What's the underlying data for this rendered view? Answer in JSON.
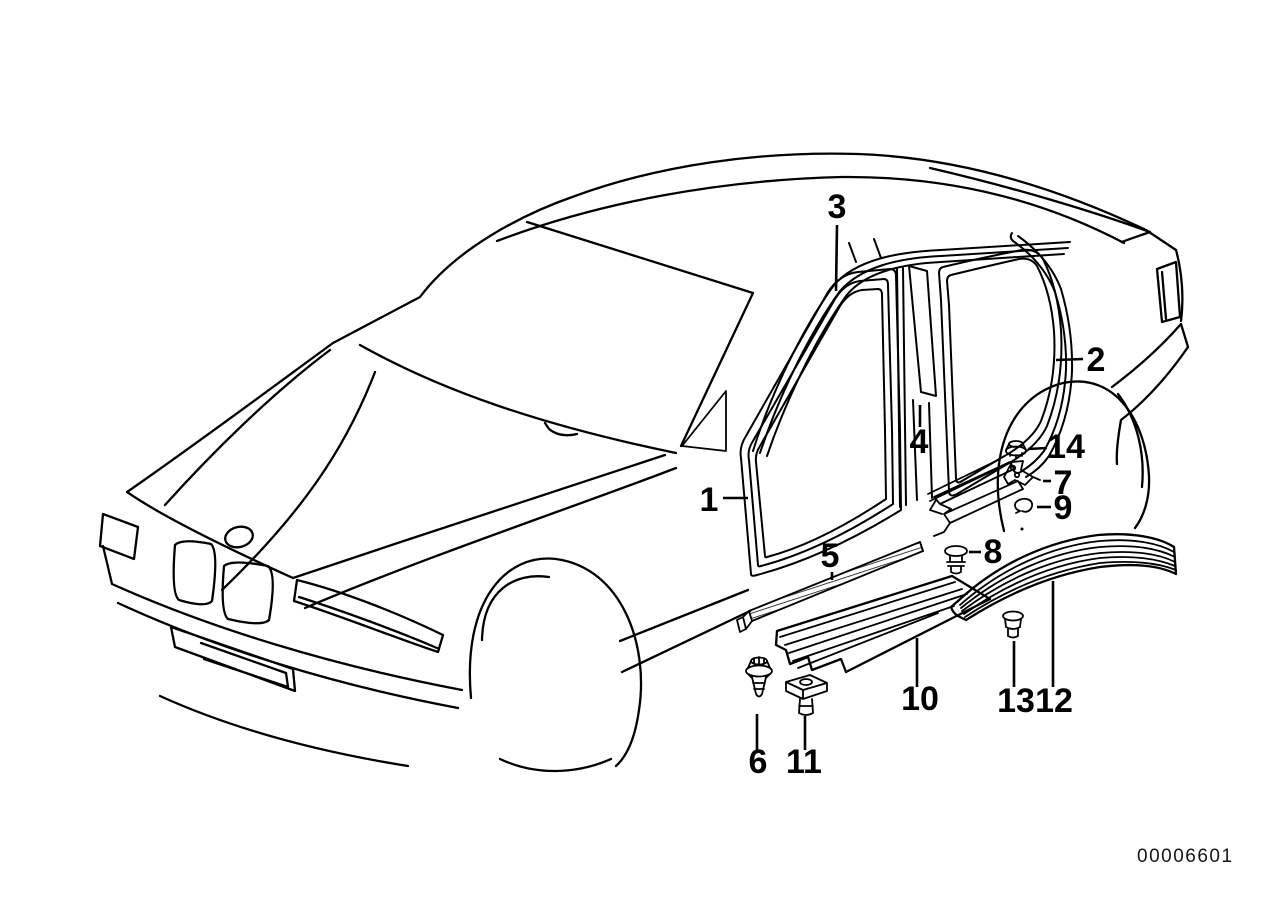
{
  "diagram": {
    "type": "vehicle-parts-line-drawing",
    "drawing_number": "00006601",
    "colors": {
      "background": "#ffffff",
      "line": "#000000"
    },
    "callouts": [
      {
        "id": "1",
        "label": "1"
      },
      {
        "id": "2",
        "label": "2"
      },
      {
        "id": "3",
        "label": "3"
      },
      {
        "id": "4",
        "label": "4"
      },
      {
        "id": "5",
        "label": "5"
      },
      {
        "id": "6",
        "label": "6"
      },
      {
        "id": "7",
        "label": "7"
      },
      {
        "id": "8",
        "label": "8"
      },
      {
        "id": "9",
        "label": "9"
      },
      {
        "id": "10",
        "label": "10"
      },
      {
        "id": "11",
        "label": "11"
      },
      {
        "id": "12",
        "label": "12"
      },
      {
        "id": "13",
        "label": "13"
      },
      {
        "id": "14",
        "label": "14"
      }
    ]
  }
}
